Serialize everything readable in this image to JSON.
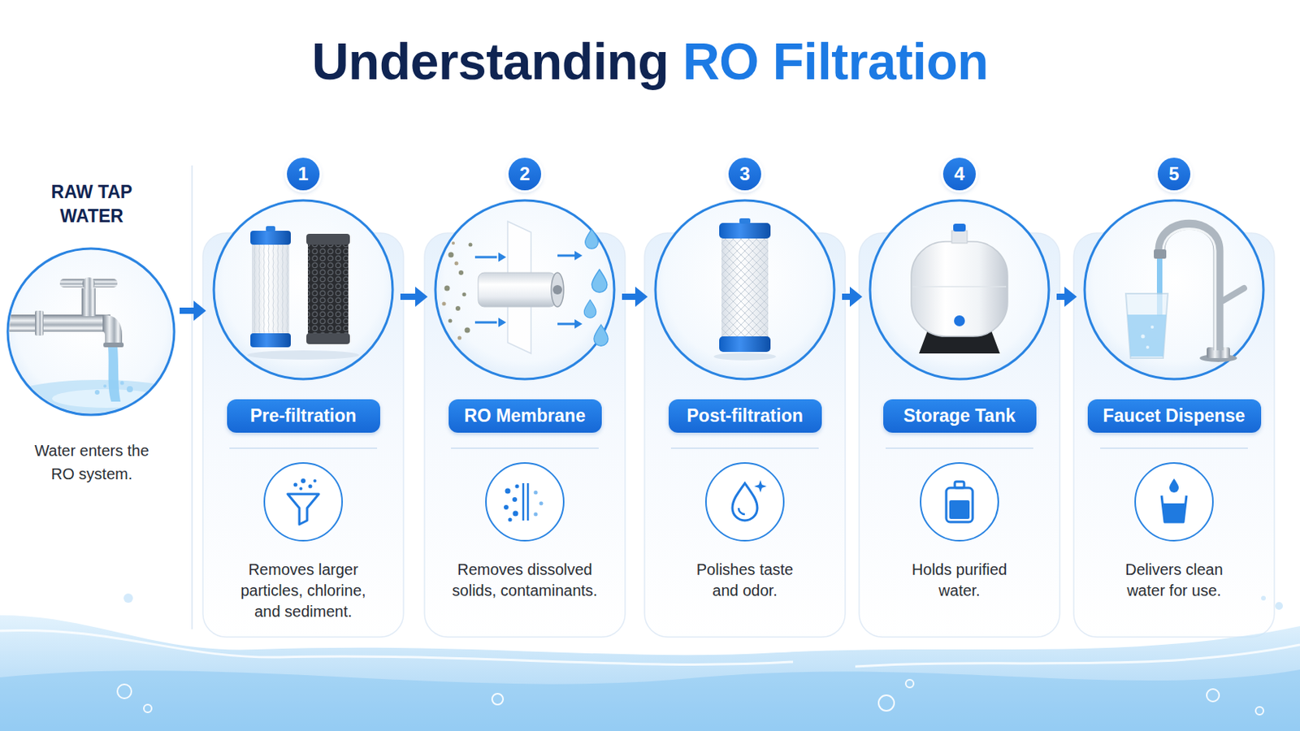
{
  "diagram": {
    "title": "Understanding RO Filtration",
    "nodes": [
      {
        "text": [
          "RAW TAP WATER",
          "Water enters the RO system."
        ]
      },
      {
        "text": [
          "Removes larger particles, chlorine, and sediment."
        ]
      },
      {
        "text": [
          "1"
        ],
        "in": 1
      },
      {
        "text": [
          "Pre-filtration"
        ],
        "in": 1
      },
      {
        "text": [
          "Removes dissolved solids, contaminants."
        ]
      },
      {
        "text": [
          "2"
        ],
        "in": 4
      },
      {
        "text": [
          "RO Membrane"
        ],
        "in": 4
      },
      {
        "text": [
          "Polishes taste and odor."
        ]
      },
      {
        "text": [
          "3"
        ],
        "in": 7
      },
      {
        "text": [
          "Post-filtration"
        ],
        "in": 7
      },
      {
        "text": [
          "Holds purified water."
        ]
      },
      {
        "text": [
          "4"
        ],
        "in": 10
      },
      {
        "text": [
          "Storage Tank"
        ],
        "in": 10
      },
      {
        "text": [
          "Delivers clean water for use."
        ]
      },
      {
        "text": [
          "5"
        ],
        "in": 13
      },
      {
        "text": [
          "Faucet Dispense"
        ],
        "in": 13
      }
    ],
    "edges": [
      {
        "from": 0,
        "to": 1,
        "arrow": "to"
      },
      {
        "from": 1,
        "to": 4,
        "arrow": "to"
      },
      {
        "from": 4,
        "to": 7,
        "arrow": "to"
      },
      {
        "from": 7,
        "to": 10,
        "arrow": "to"
      },
      {
        "from": 10,
        "to": 13,
        "arrow": "to"
      }
    ]
  }
}
